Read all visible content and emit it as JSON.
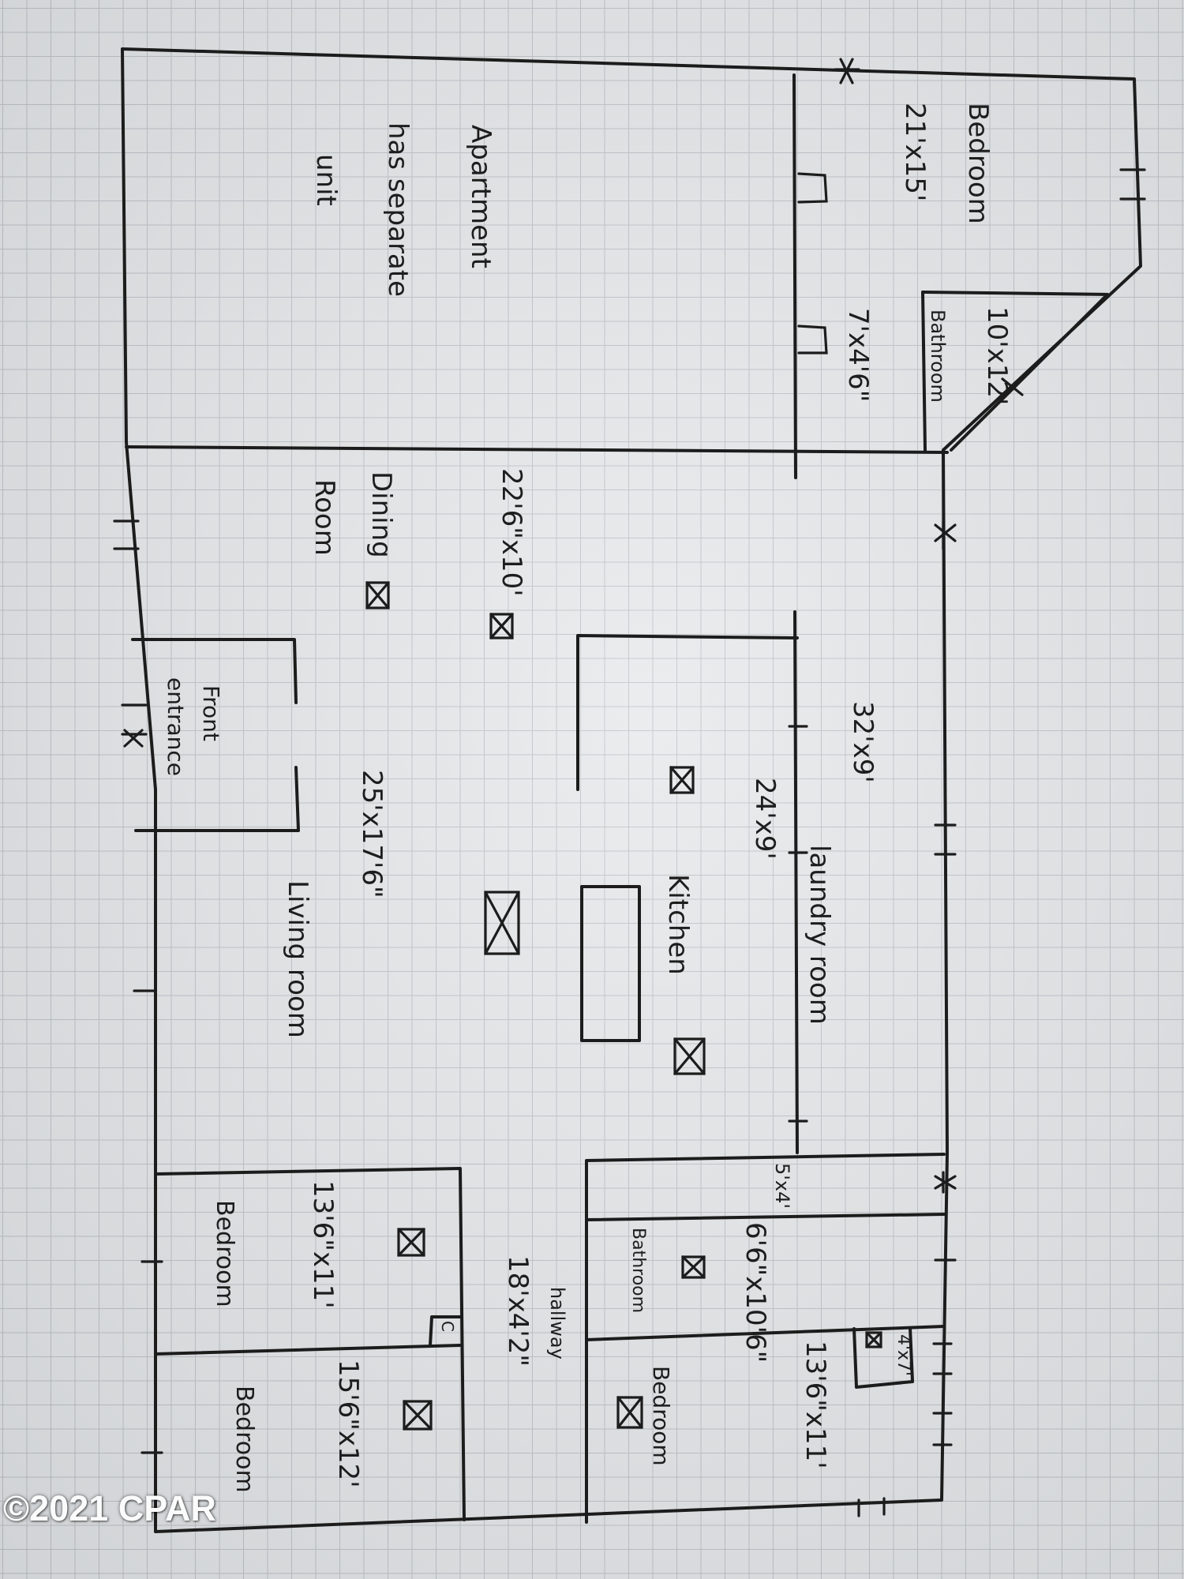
{
  "labels": {
    "bedroom_1": "Bedroom",
    "bedroom_1_size": "21'x15'",
    "apartment_line1": "Apartment",
    "apartment_line2": "has separate",
    "apartment_line3": "unit",
    "bathroom_1": "Bathroom",
    "bathroom_1_size": "10'x12'",
    "closet_1_size": "7'x4'6\"",
    "dining_room_line1": "Dining",
    "dining_room_line2": "Room",
    "dining_room_size": "22'6\"x10'",
    "laundry_size": "32'x9'",
    "laundry_room": "laundry room",
    "kitchen_size": "24'x9'",
    "kitchen": "Kitchen",
    "living_room_size": "25'x17'6\"",
    "living_room": "Living room",
    "front_entrance_line1": "Front",
    "front_entrance_line2": "entrance",
    "closet_2_size": "5'x4'",
    "bathroom_2_size": "6'6\"x10'6\"",
    "bathroom_2": "Bathroom",
    "closet_3_size": "4'x7'",
    "bedroom_2": "Bedroom",
    "bedroom_2_size": "13'6\"x11'",
    "hallway": "hallway",
    "hallway_size": "18'x4'2\"",
    "bedroom_3": "Bedroom",
    "bedroom_3_size": "13'6\"x11'",
    "bedroom_4": "Bedroom",
    "bedroom_4_size": "15'6\"x12'",
    "small_closet": "C"
  },
  "watermark": "©2021 CPAR"
}
